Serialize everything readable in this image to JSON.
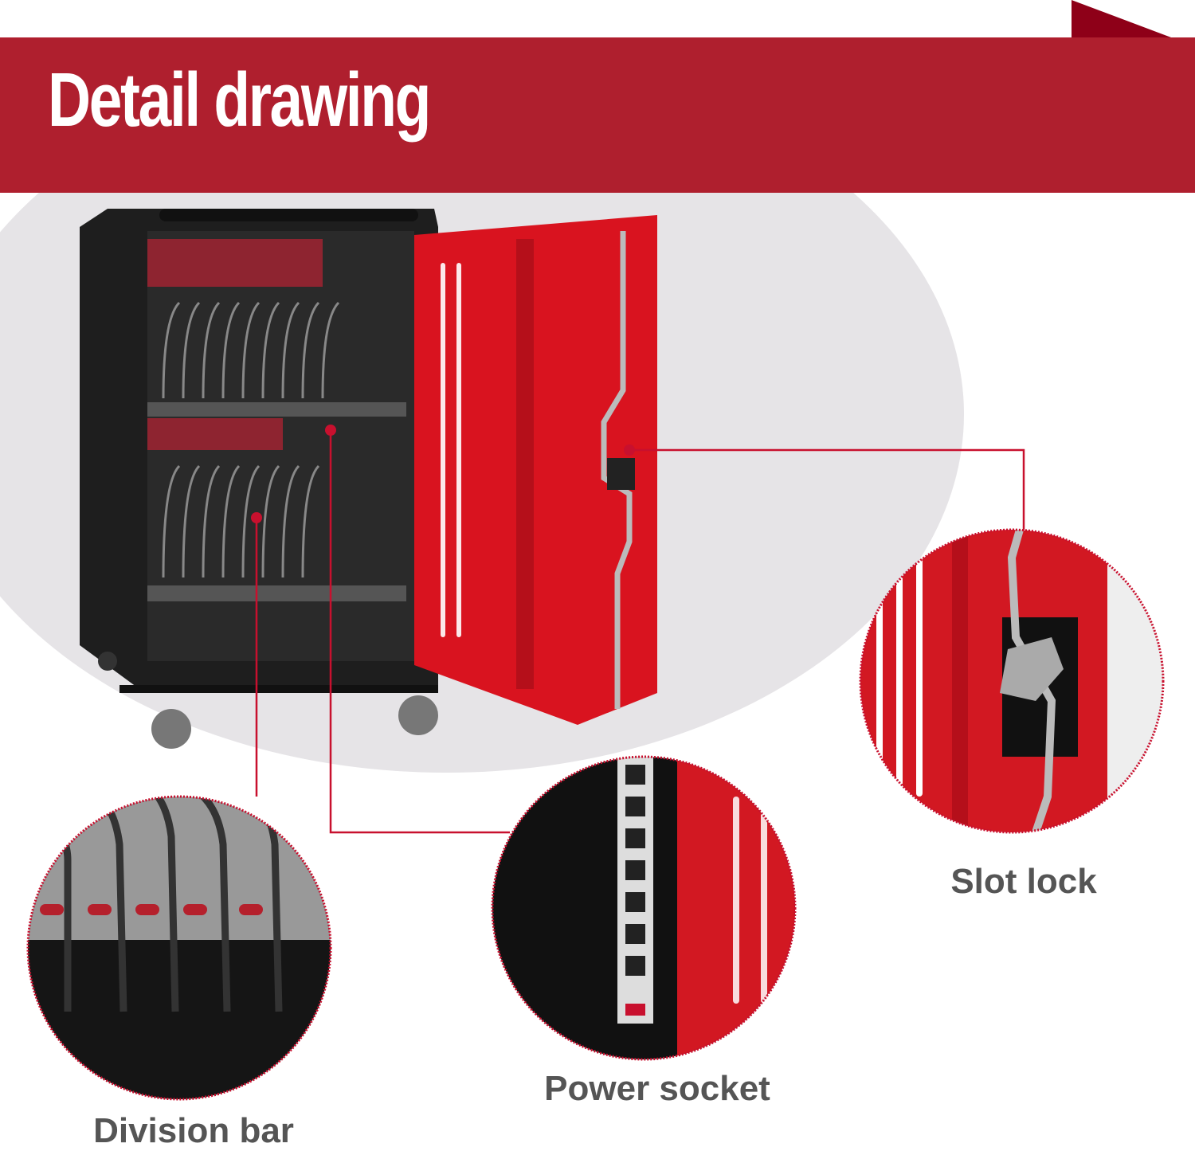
{
  "header": {
    "title": "Detail drawing"
  },
  "callouts": [
    {
      "label": "Division bar"
    },
    {
      "label": "Power socket"
    },
    {
      "label": "Slot lock"
    }
  ],
  "colors": {
    "banner": "#AF1F2E",
    "banner_corner": "#8E0018",
    "door_red": "#D9131F",
    "cabinet_black": "#1E1E1E",
    "label_grey": "#555555",
    "leader_line": "#C8102E"
  }
}
